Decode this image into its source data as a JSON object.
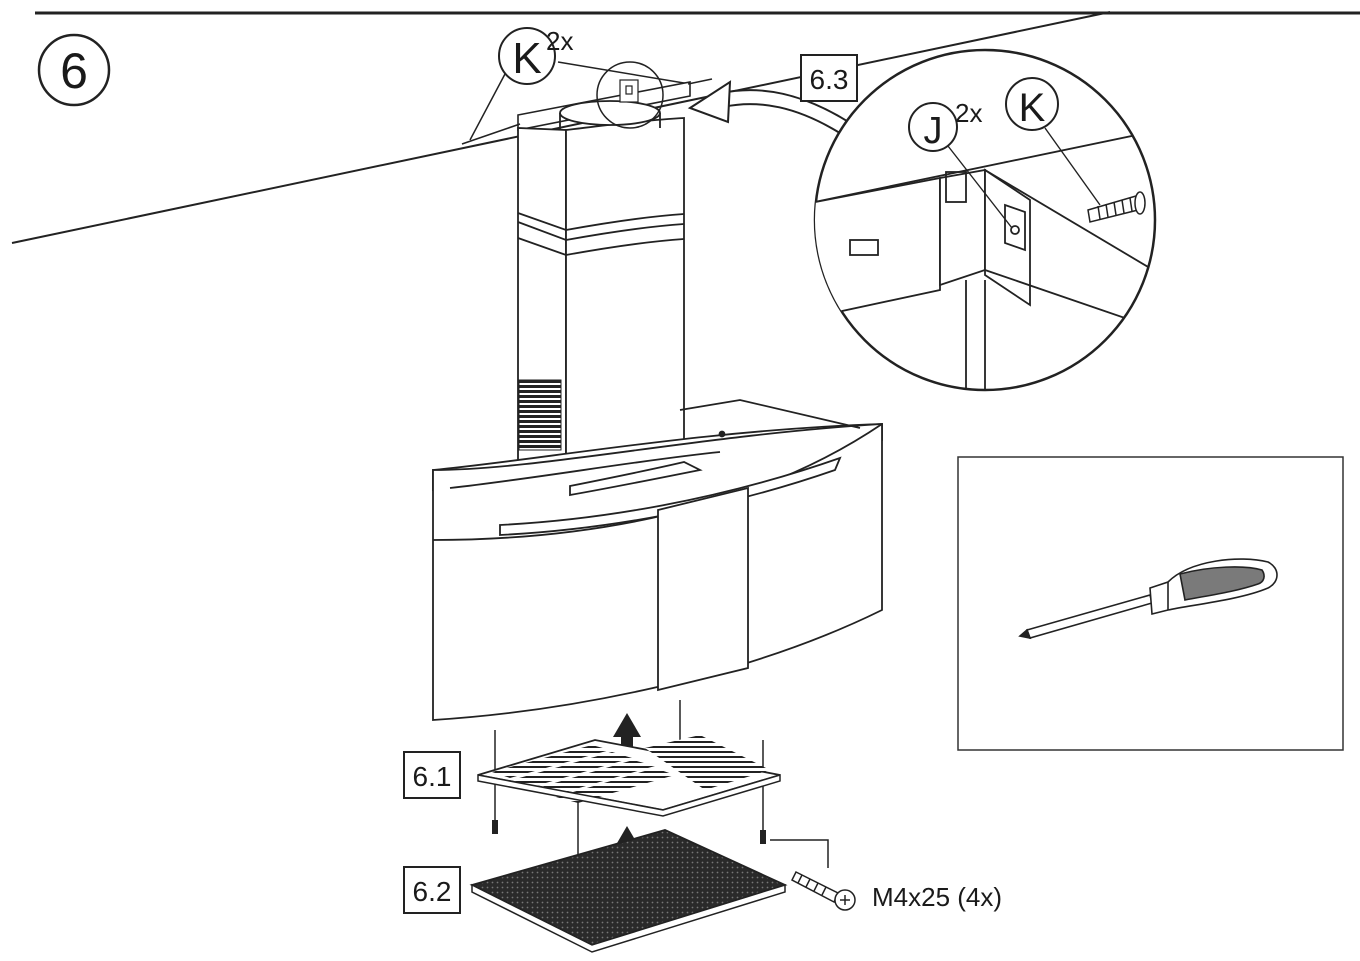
{
  "step": {
    "number": "6"
  },
  "labels": {
    "k_top": "K",
    "k_top_count": "2x",
    "detail_ref": "6.3",
    "j_detail": "J",
    "j_detail_count": "2x",
    "k_detail": "K",
    "sub_step_1": "6.1",
    "sub_step_2": "6.2",
    "screw_spec": "M4x25 (4x)"
  },
  "tool": {
    "icon": "screwdriver-icon"
  }
}
